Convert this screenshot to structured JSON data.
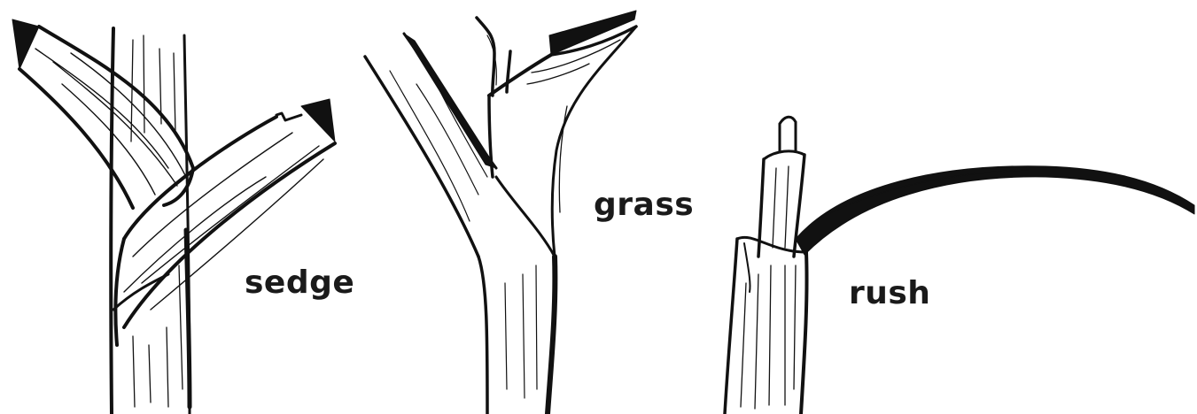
{
  "labels": {
    "sedge": "sedge",
    "grass": "grass",
    "rush": "rush"
  },
  "colors": {
    "ink": "#111111",
    "background": "#ffffff"
  }
}
